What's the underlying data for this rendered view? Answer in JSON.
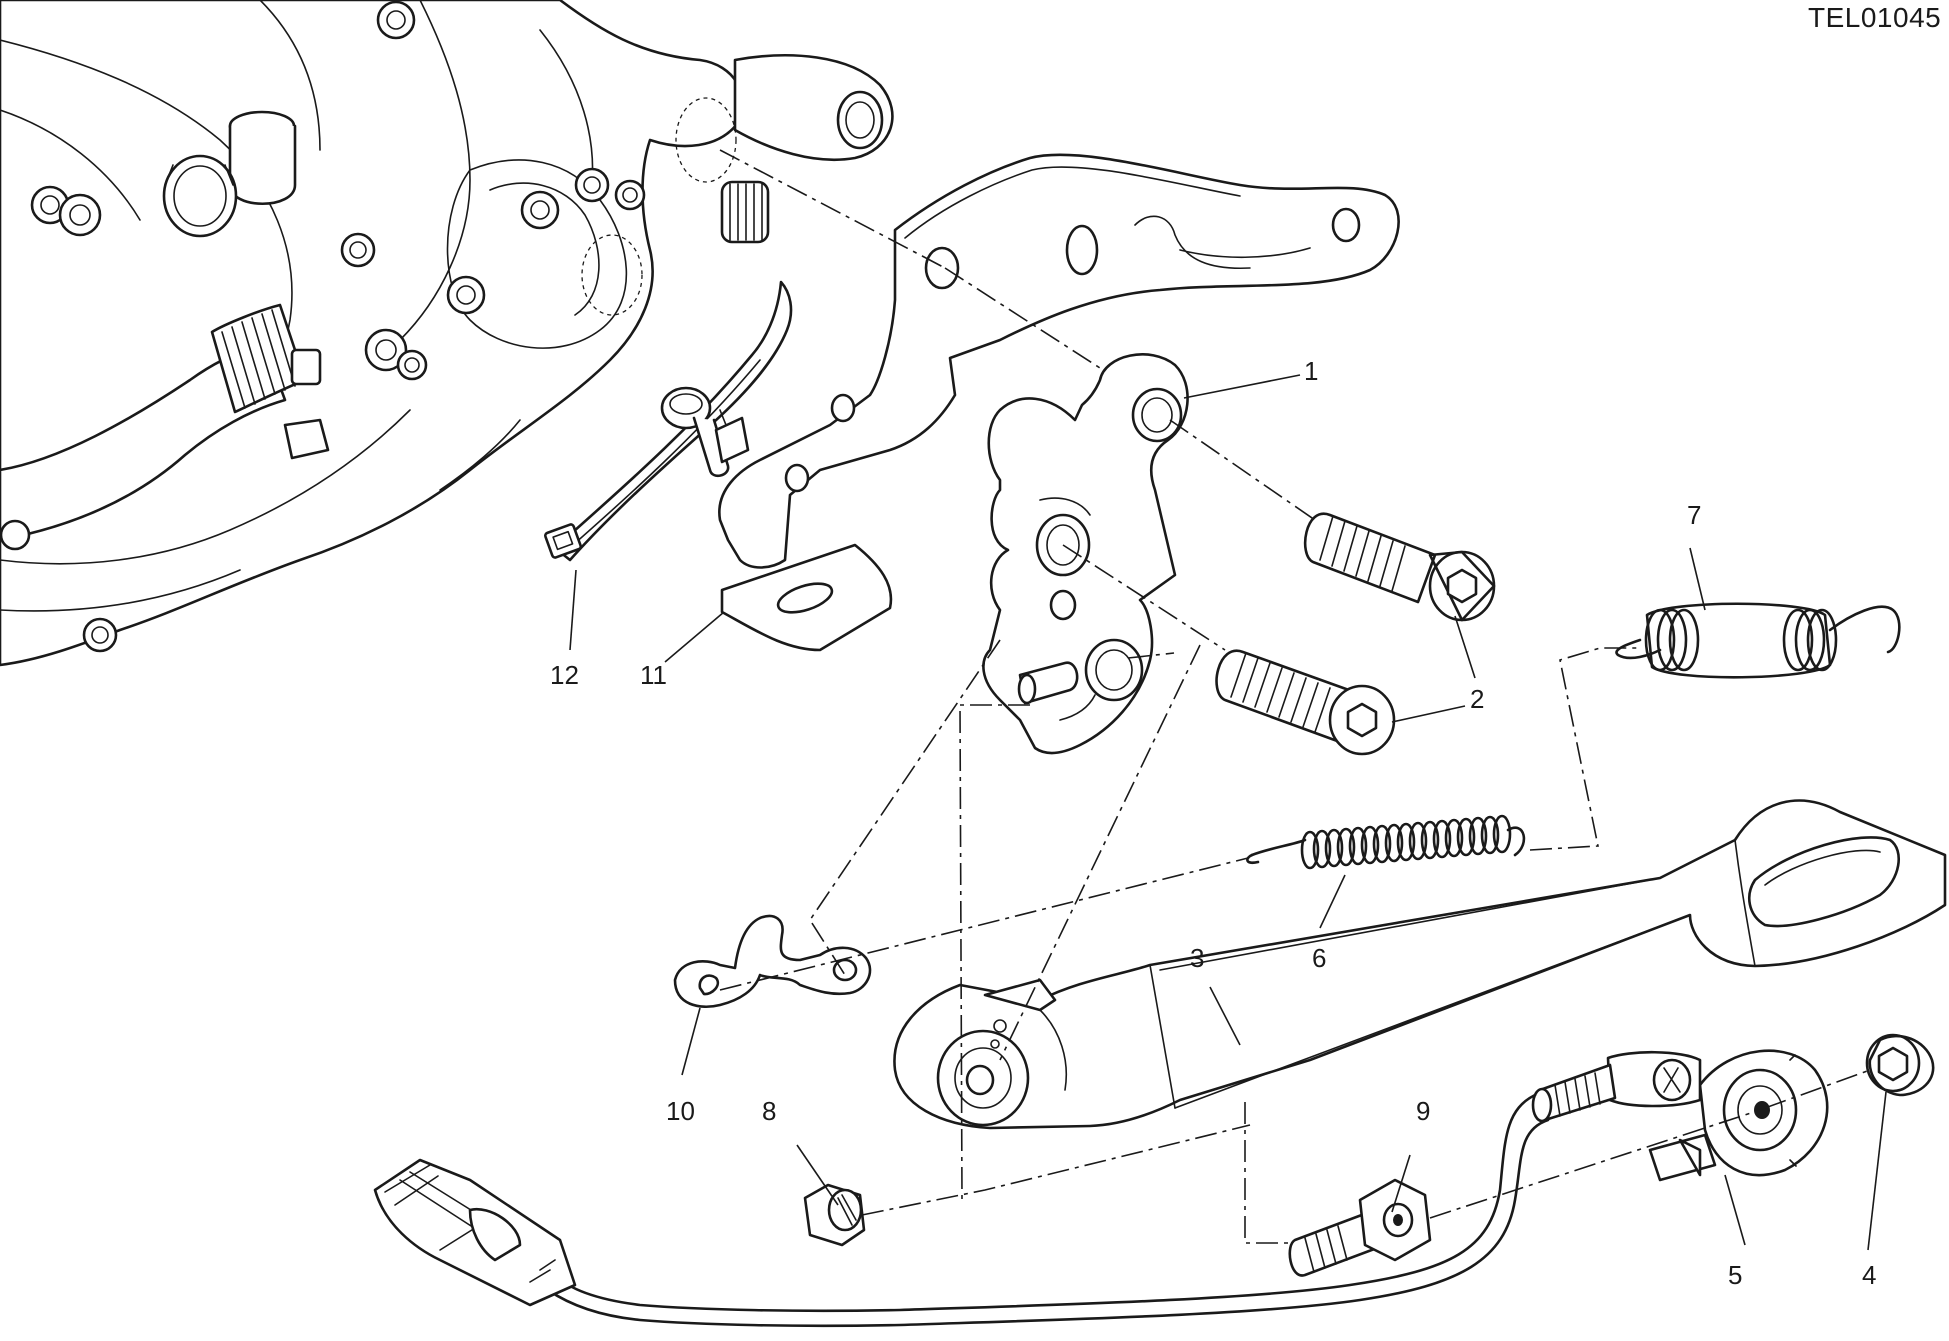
{
  "drawing": {
    "code": "TEL01045"
  },
  "callouts": [
    {
      "id": "1",
      "text": "1"
    },
    {
      "id": "2",
      "text": "2"
    },
    {
      "id": "3",
      "text": "3"
    },
    {
      "id": "4",
      "text": "4"
    },
    {
      "id": "5",
      "text": "5"
    },
    {
      "id": "6",
      "text": "6"
    },
    {
      "id": "7",
      "text": "7"
    },
    {
      "id": "8",
      "text": "8"
    },
    {
      "id": "9",
      "text": "9"
    },
    {
      "id": "10",
      "text": "10"
    },
    {
      "id": "11",
      "text": "11"
    },
    {
      "id": "12",
      "text": "12"
    }
  ]
}
